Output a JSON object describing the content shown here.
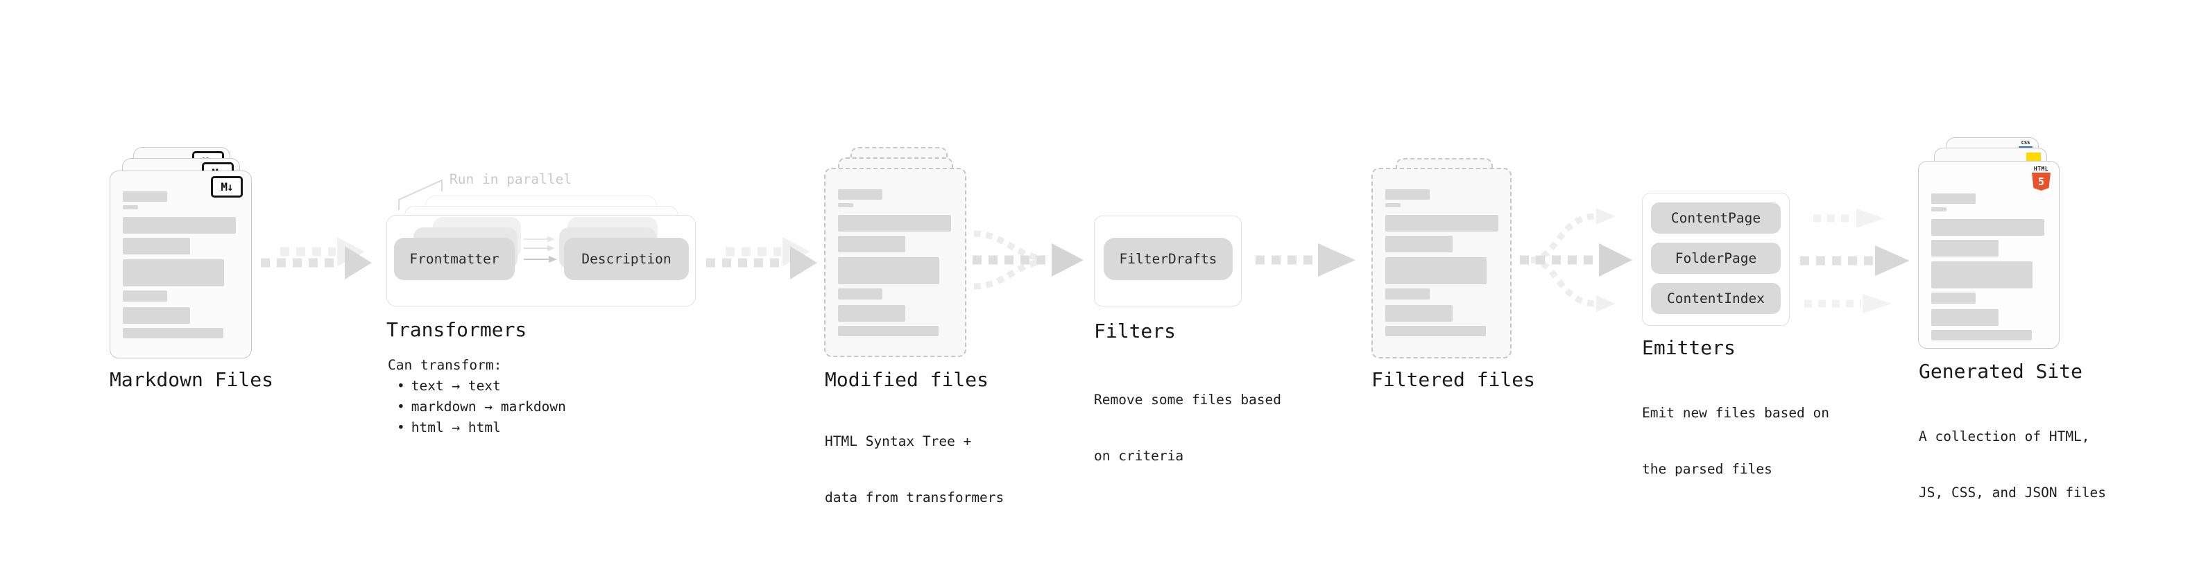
{
  "diagram": {
    "markdown": {
      "label": "Markdown Files",
      "icon_text": "M↓"
    },
    "transformers": {
      "annotation": "Run in parallel",
      "box_left": "Frontmatter",
      "box_right": "Description",
      "heading": "Transformers",
      "desc_title": "Can transform:",
      "bullet_char": "•",
      "bullets": [
        "text → text",
        "markdown → markdown",
        "html → html"
      ]
    },
    "modified": {
      "heading": "Modified files",
      "desc_line1": "HTML Syntax Tree +",
      "desc_line2": "data from transformers"
    },
    "filters": {
      "heading": "Filters",
      "pill": "FilterDrafts",
      "desc_line1": "Remove some files based",
      "desc_line2": "on criteria"
    },
    "filtered": {
      "heading": "Filtered files"
    },
    "emitters": {
      "heading": "Emitters",
      "pills": [
        "ContentPage",
        "FolderPage",
        "ContentIndex"
      ],
      "desc_line1": "Emit new files based on",
      "desc_line2": "the parsed files"
    },
    "generated": {
      "heading": "Generated Site",
      "desc_line1": "A collection of HTML,",
      "desc_line2": "JS, CSS, and JSON files",
      "css_badge": "CSS",
      "html_badge_label": "HTML",
      "html_badge_number": "5"
    }
  },
  "colors": {
    "html5_orange": "#e8532c",
    "js_yellow": "#ffd900",
    "css_blue": "#2f6bea",
    "skeleton_gray": "#d8d8d8",
    "pill_gray": "#d9d9d9",
    "doc_border": "#c9c9c9",
    "text": "#1a1a1a",
    "muted_annotation": "#c9c9c9"
  }
}
